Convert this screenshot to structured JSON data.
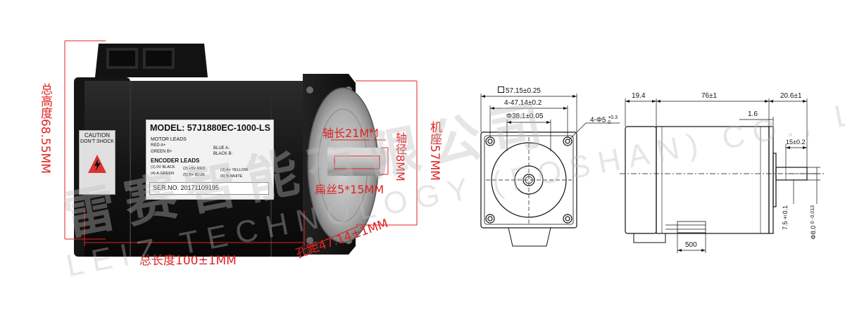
{
  "photo": {
    "model": "MODEL: 57J1880EC-1000-LS",
    "motor_leads_title": "MOTOR LEADS",
    "motor_leads": [
      "RED A+",
      "BLUE A-",
      "GREEN B+",
      "BLACK B-"
    ],
    "encoder_title": "ENCODER LEADS",
    "encoder_leads": [
      "(1) 0V BLACK",
      "(2) +5V RED",
      "(3) A+ YELLOW",
      "(4) A-GREEN",
      "(5) B+ BLUE",
      "(6) B-WHITE"
    ],
    "serial": "SER.NO. 20171109195",
    "caution": [
      "CAUTION",
      "DON'T SHOCK"
    ]
  },
  "annotations": {
    "total_height": "总高度68.55MM",
    "total_length": "总长度100±1MM",
    "hole_pitch": "孔距47.14±1MM",
    "frame": "机座57MM",
    "shaft_length": "轴长21MM",
    "shaft_dia": "轴径8MM",
    "flat": "扁丝5*15MM"
  },
  "drawing": {
    "front": {
      "d1": "57.15±0.25",
      "d2": "4-47.14±0.2",
      "d3": "Φ38.1±0.05",
      "hole": "4-Φ5",
      "hole_tol_top": "+0.3",
      "hole_tol_bot": "0"
    },
    "side": {
      "d_left": "19.4",
      "d_body": "76±1",
      "d_shaft": "20.6±1",
      "d_step": "1.6",
      "d_flat": "15±0.2",
      "d_flat_h": "7.5±0.1",
      "d_shaft_dia": "Φ8.0",
      "d_shaft_tol_top": "0",
      "d_shaft_tol_bot": "-0.013",
      "d_cable": "500"
    }
  },
  "watermark": {
    "cn": "雷赛智能有限公司",
    "en": "LEIZ TECHNOLOGY (FOSHAN) CO., LTD."
  },
  "colors": {
    "annotation": "#e02222",
    "watermark": "#c8c8c8",
    "motor_body": "#1a1a1a"
  }
}
